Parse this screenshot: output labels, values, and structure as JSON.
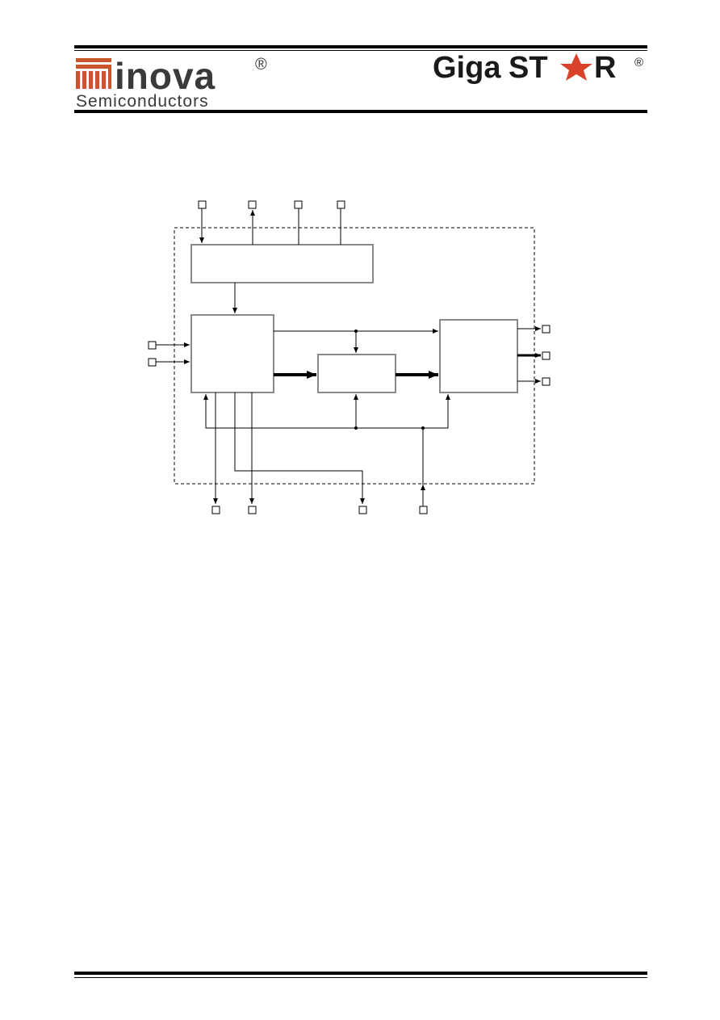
{
  "header": {
    "left_logo": {
      "brand": "inova",
      "registered_mark": "®",
      "tagline": "Semiconductors",
      "brand_color": "#3a3a3a",
      "accent_color": "#c8562a"
    },
    "right_logo": {
      "brand_prefix": "Giga",
      "brand_suffix_left": "ST",
      "brand_suffix_right": "R",
      "star_icon": "star-icon",
      "registered_mark": "®",
      "brand_color": "#1a1a1a",
      "star_color": "#d9432c"
    }
  },
  "diagram": {
    "line_color": "#000000",
    "box_border_color": "#8a8a8a",
    "pin_count": 13
  }
}
